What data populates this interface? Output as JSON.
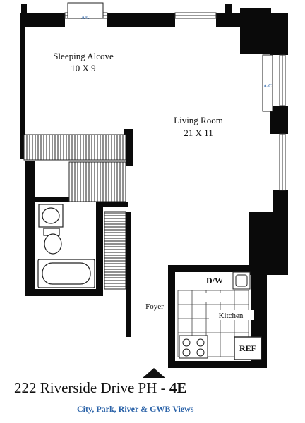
{
  "plan": {
    "rooms": {
      "sleeping_alcove": {
        "name": "Sleeping Alcove",
        "size": "10 X 9"
      },
      "living_room": {
        "name": "Living Room",
        "size": "21 X 11"
      },
      "kitchen": {
        "name": "Kitchen"
      },
      "foyer": {
        "name": "Foyer"
      }
    },
    "fixtures": {
      "ac_top": "A/C",
      "ac_right": "A/C",
      "dishwasher": "D/W",
      "refrigerator": "REF"
    }
  },
  "caption": {
    "address": "222 Riverside Drive PH - ",
    "unit": "4E",
    "views": "City, Park, River & GWB Views"
  },
  "colors": {
    "walls": "#0a0a0a",
    "accent_text": "#2a62a8"
  }
}
